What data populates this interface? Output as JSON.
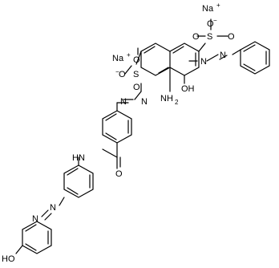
{
  "molecule": {
    "atoms": {
      "na_top": "Na",
      "na_left": "Na",
      "oh_ring": "OH",
      "amine_n": "NH",
      "amine_sub": "2",
      "so3_top_o1": "O",
      "so3_top_o2": "O",
      "so3_top_s": "S",
      "so3_top_o3": "O",
      "so3_left_o1": "O",
      "so3_left_o2": "O",
      "so3_left_s": "S",
      "so3_left_o3": "O",
      "azo1_n1": "N",
      "azo1_n2": "N",
      "azo2_n1": "N",
      "azo2_n2": "N",
      "azo3_n1": "N",
      "azo3_n2": "N",
      "amide_nh": "HN",
      "amide_o": "O",
      "phenol_oh": "HO",
      "plus": "+",
      "minus": "−"
    },
    "colors": {
      "ink": "#000000",
      "background": "#ffffff"
    }
  }
}
